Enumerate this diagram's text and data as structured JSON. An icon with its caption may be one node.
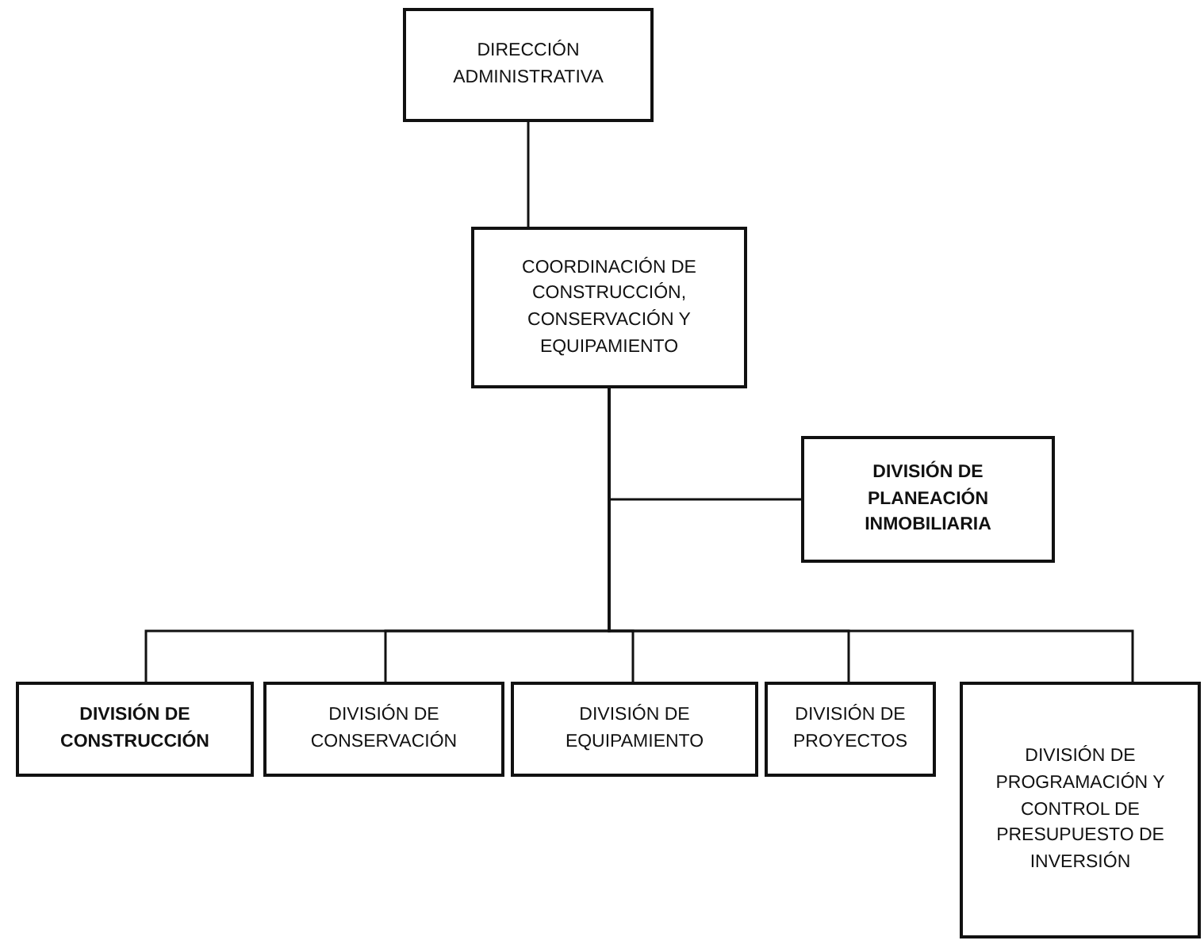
{
  "diagram": {
    "nodes": [
      {
        "text": [
          "DIRECCIÓN ADMINISTRATIVA"
        ]
      },
      {
        "text": [
          "COORDINACIÓN DE CONSTRUCCIÓN, CONSERVACIÓN Y EQUIPAMIENTO"
        ]
      },
      {
        "text": [
          "DIVISIÓN DE PLANEACIÓN INMOBILIARIA"
        ]
      },
      {
        "text": [
          "DIVISIÓN DE CONSTRUCCIÓN"
        ]
      },
      {
        "text": [
          "DIVISIÓN DE CONSERVACIÓN"
        ]
      },
      {
        "text": [
          "DIVISIÓN DE EQUIPAMIENTO"
        ]
      },
      {
        "text": [
          "DIVISIÓN DE PROYECTOS"
        ]
      },
      {
        "text": [
          "DIVISIÓN DE PROGRAMACIÓN Y CONTROL DE PRESUPUESTO DE INVERSIÓN"
        ]
      }
    ],
    "edges": [
      {
        "from": 0,
        "to": 1,
        "arrow": "none"
      },
      {
        "from": 1,
        "to": 2,
        "arrow": "none"
      },
      {
        "from": 1,
        "to": 3,
        "arrow": "none"
      },
      {
        "from": 1,
        "to": 4,
        "arrow": "none"
      },
      {
        "from": 1,
        "to": 5,
        "arrow": "none"
      },
      {
        "from": 1,
        "to": 6,
        "arrow": "none"
      },
      {
        "from": 1,
        "to": 7,
        "arrow": "none"
      }
    ]
  }
}
